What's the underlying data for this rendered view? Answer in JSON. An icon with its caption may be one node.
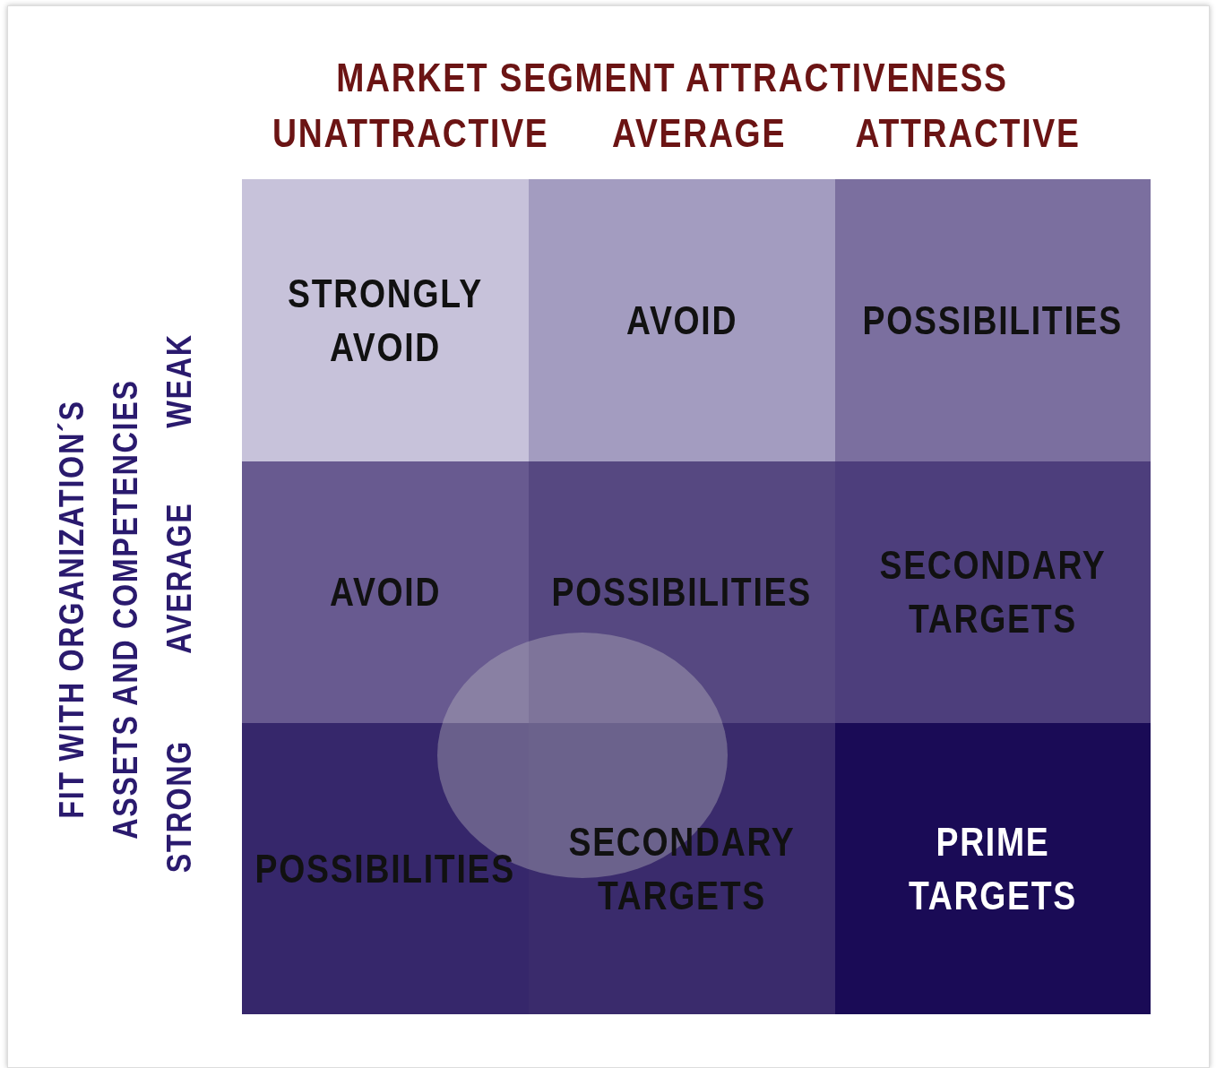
{
  "diagram": {
    "title": "MARKET SEGMENT ATTRACTIVENESS",
    "nodes": [
      {
        "text": [
          "STRONGLY AVOID"
        ]
      },
      {
        "text": [
          "AVOID"
        ]
      },
      {
        "text": [
          "POSSIBILITIES"
        ]
      },
      {
        "text": [
          "AVOID"
        ]
      },
      {
        "text": [
          "POSSIBILITIES"
        ]
      },
      {
        "text": [
          "SECONDARY TARGETS"
        ]
      },
      {
        "text": [
          "POSSIBILITIES"
        ]
      },
      {
        "text": [
          "SECONDARY TARGETS"
        ]
      },
      {
        "text": [
          "PRIME TARGETS"
        ]
      }
    ],
    "edges": [],
    "labels": [
      "UNATTRACTIVE",
      "AVERAGE",
      "ATTRACTIVE",
      "FIT WITH ORGANIZATION´S ASSETS AND COMPETENCIES",
      "STRONG",
      "AVERAGE",
      "WEAK"
    ]
  }
}
